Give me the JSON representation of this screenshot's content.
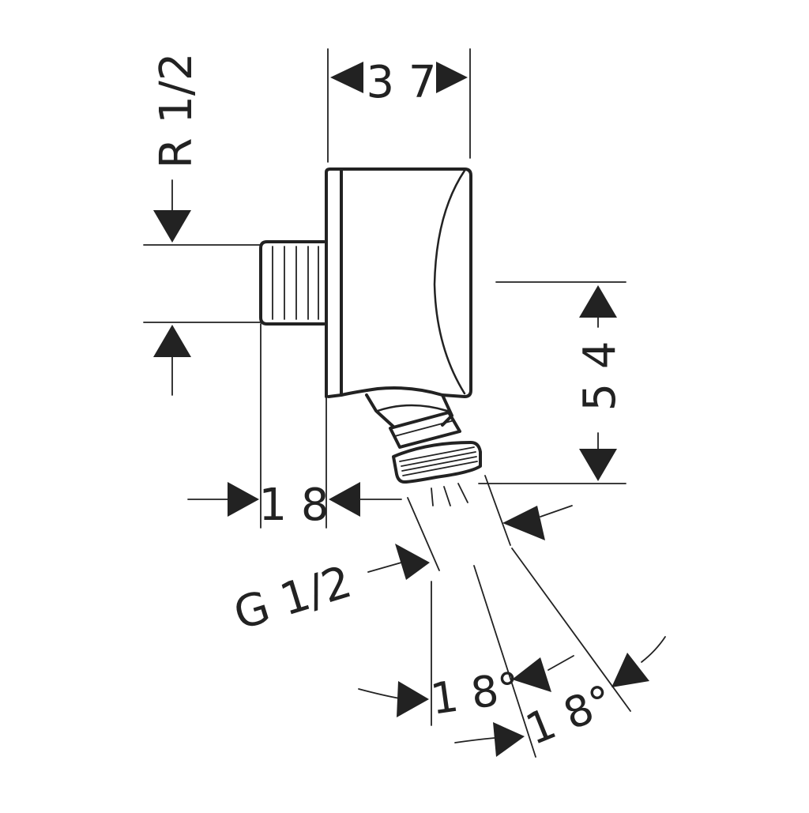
{
  "dimensions": {
    "width_top": "3 7",
    "height_right": "5 4",
    "inlet_thread": "R 1/2",
    "nipple_length": "1 8",
    "outlet_thread": "G 1/2",
    "swivel_angle_left": "1 8°",
    "swivel_angle_right": "1 8°"
  },
  "colors": {
    "line": "#222222",
    "background": "#ffffff"
  }
}
